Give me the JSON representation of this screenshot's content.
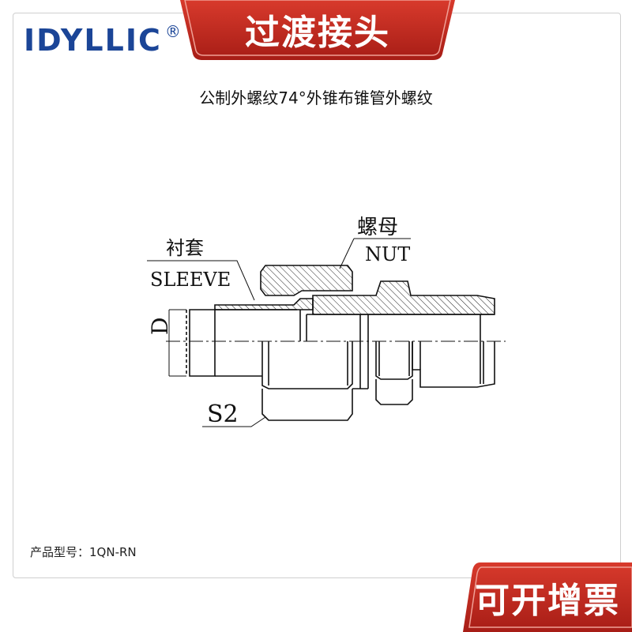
{
  "brand": {
    "name": "IDYLLIC",
    "registered_mark": "®",
    "color": "#1b4597"
  },
  "banner": {
    "title": "过渡接头",
    "color": "#c8281e"
  },
  "subtitle": "公制外螺纹74°外锥布锥管外螺纹",
  "diagram": {
    "sleeve_label_cn": "衬套",
    "sleeve_label_en": "SLEEVE",
    "nut_label_cn": "螺母",
    "nut_label_en": "NUT",
    "dimension_d": "D",
    "dimension_s2": "S2"
  },
  "model": {
    "label": "产品型号：",
    "value": "1QN-RN"
  },
  "invoice_badge": "可开增票"
}
